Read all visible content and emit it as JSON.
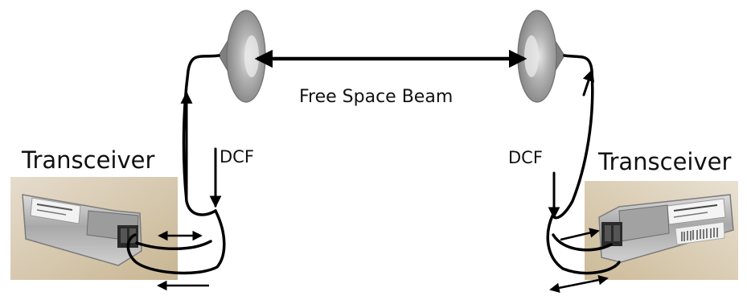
{
  "labels": {
    "left_transceiver": "Transceiver",
    "right_transceiver": "Transceiver",
    "left_fiber": "DCF",
    "right_fiber": "DCF",
    "beam": "Free Space Beam"
  },
  "colors": {
    "line": "#000000",
    "text": "#111111",
    "photo_background": "#d8c8a8",
    "module_metal": "#b8b8b8",
    "lens_outer": "#8e8e8e",
    "lens_inner": "#cfcfcf"
  },
  "icons": {
    "left_module": "sfp-transceiver-photo",
    "right_module": "sfp-transceiver-photo",
    "left_lens": "collimator-lens-icon",
    "right_lens": "collimator-lens-icon"
  }
}
